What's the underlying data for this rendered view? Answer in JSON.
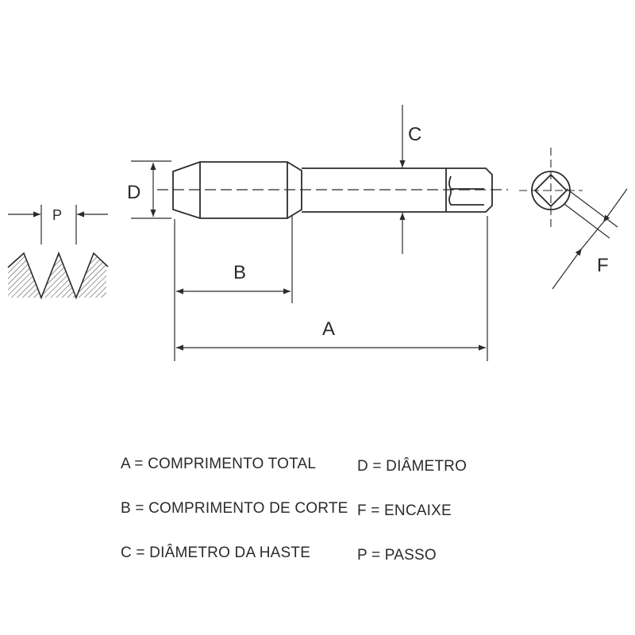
{
  "labels": {
    "a": "A",
    "b": "B",
    "c": "C",
    "d": "D",
    "f": "F",
    "p": "P"
  },
  "legend": {
    "a": "A = COMPRIMENTO TOTAL",
    "b": "B = COMPRIMENTO DE CORTE",
    "c": "C = DIÂMETRO DA HASTE",
    "d": "D = DIÂMETRO",
    "f": "F = ENCAIXE",
    "p": "P = PASSO"
  },
  "colors": {
    "line": "#2b2b2b",
    "hatch": "#555555",
    "background": "#ffffff"
  }
}
